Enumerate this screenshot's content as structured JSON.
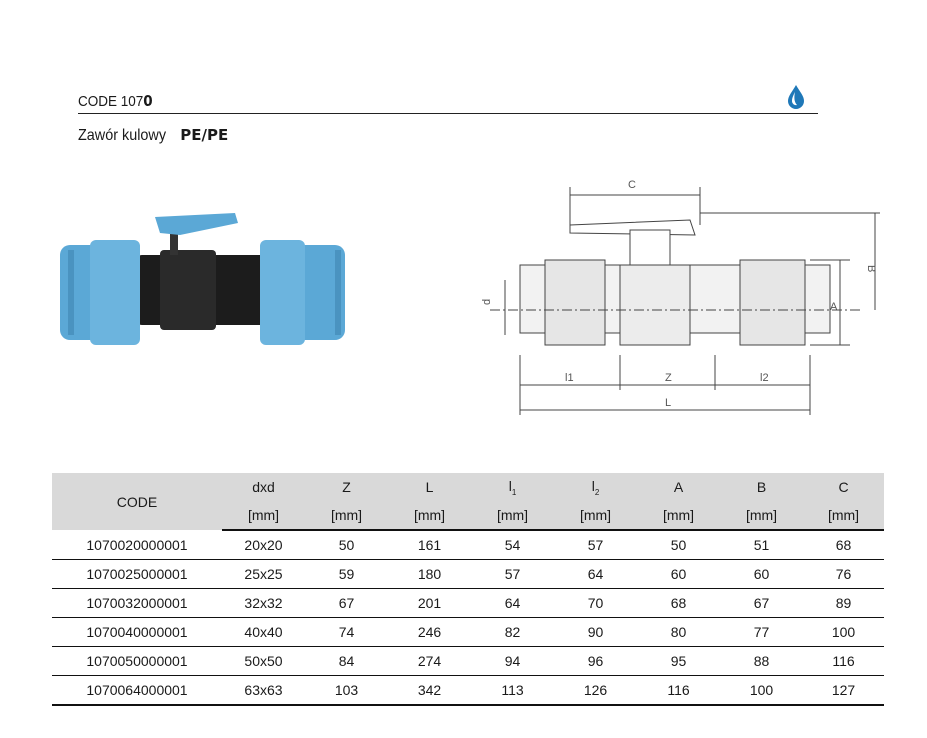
{
  "header": {
    "code_prefix": "CODE 107",
    "code_suffix": "0",
    "subtitle": "Zawór kulowy",
    "subtitle_bold": "PE/PE"
  },
  "drawing_labels": {
    "C": "C",
    "B": "B",
    "A": "A",
    "d": "d",
    "l1": "l1",
    "Z": "Z",
    "l2": "l2",
    "L": "L"
  },
  "colors": {
    "pipe_blue": "#5ba8d6",
    "body_black": "#1c1c1c",
    "header_gray": "#d9d9d9"
  },
  "table": {
    "columns": [
      {
        "name": "CODE",
        "unit": ""
      },
      {
        "name": "dxd",
        "unit": "[mm]"
      },
      {
        "name": "Z",
        "unit": "[mm]"
      },
      {
        "name": "L",
        "unit": "[mm]"
      },
      {
        "name": "l",
        "sub": "1",
        "unit": "[mm]"
      },
      {
        "name": "l",
        "sub": "2",
        "unit": "[mm]"
      },
      {
        "name": "A",
        "unit": "[mm]"
      },
      {
        "name": "B",
        "unit": "[mm]"
      },
      {
        "name": "C",
        "unit": "[mm]"
      }
    ],
    "rows": [
      [
        "1070020000001",
        "20x20",
        "50",
        "161",
        "54",
        "57",
        "50",
        "51",
        "68"
      ],
      [
        "1070025000001",
        "25x25",
        "59",
        "180",
        "57",
        "64",
        "60",
        "60",
        "76"
      ],
      [
        "1070032000001",
        "32x32",
        "67",
        "201",
        "64",
        "70",
        "68",
        "67",
        "89"
      ],
      [
        "1070040000001",
        "40x40",
        "74",
        "246",
        "82",
        "90",
        "80",
        "77",
        "100"
      ],
      [
        "1070050000001",
        "50x50",
        "84",
        "274",
        "94",
        "96",
        "95",
        "88",
        "116"
      ],
      [
        "1070064000001",
        "63x63",
        "103",
        "342",
        "113",
        "126",
        "116",
        "100",
        "127"
      ]
    ]
  }
}
